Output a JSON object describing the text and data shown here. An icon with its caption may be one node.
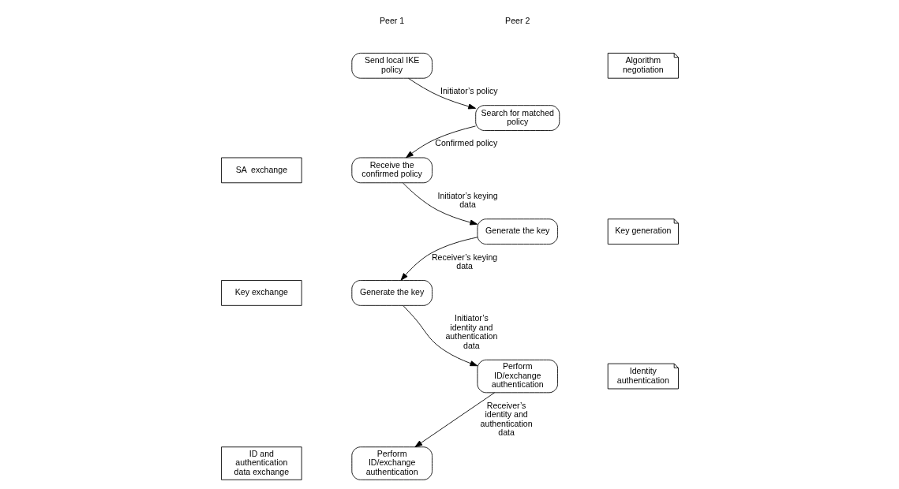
{
  "diagram": {
    "nodes": [
      {
        "text": [
          "Algorithm negotiation"
        ]
      },
      {
        "text": [
          "Send local IKE policy"
        ]
      },
      {
        "text": [
          "Search for matched policy"
        ]
      },
      {
        "text": [
          "SA  exchange"
        ]
      },
      {
        "text": [
          "Receive the confirmed policy"
        ]
      },
      {
        "text": [
          "Key generation"
        ]
      },
      {
        "text": [
          "Generate the key"
        ]
      },
      {
        "text": [
          "Key exchange"
        ]
      },
      {
        "text": [
          "Generate the key"
        ]
      },
      {
        "text": [
          "Identity authentication"
        ]
      },
      {
        "text": [
          "Perform ID/exchange authentication"
        ]
      },
      {
        "text": [
          "ID and authentication data exchange"
        ]
      },
      {
        "text": [
          "Perform ID/exchange authentication"
        ]
      }
    ],
    "edges": [
      {
        "from": 1,
        "to": 2,
        "arrow": "to",
        "label": "Initiator’s policy"
      },
      {
        "from": 2,
        "to": 4,
        "arrow": "to",
        "label": "Confirmed policy"
      },
      {
        "from": 4,
        "to": 6,
        "arrow": "to",
        "label": "Initiator’s keying data"
      },
      {
        "from": 6,
        "to": 8,
        "arrow": "to",
        "label": "Receiver’s keying data"
      },
      {
        "from": 8,
        "to": 10,
        "arrow": "to",
        "label": "Initiator’s identity and authentication data"
      },
      {
        "from": 10,
        "to": 12,
        "arrow": "to",
        "label": "Receiver’s identity and authentication data"
      }
    ],
    "labels": [
      "Peer 1",
      "Peer 2"
    ]
  }
}
